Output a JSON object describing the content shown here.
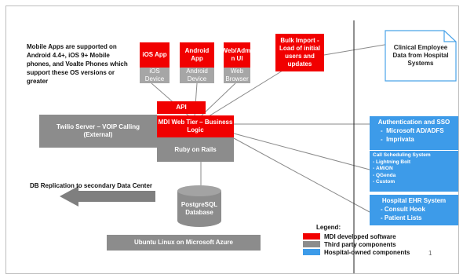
{
  "note": {
    "text": "Mobile Apps are supported on Android 4.4+, iOS 9+ Mobile phones, and VoaIte Phones which support these OS versions or greater"
  },
  "apps": {
    "ios": {
      "title": "iOS App",
      "sub": "iOS Device"
    },
    "android": {
      "title": "Android App",
      "sub": "Android Device"
    },
    "web": {
      "title": "Web/Admi n UI",
      "sub": "Web Browser"
    },
    "bulk": {
      "title": "Bulk Import - Load of initial users and updates"
    }
  },
  "clinical": {
    "text": "Clinical Employee Data from Hospital Systems"
  },
  "api": {
    "label": "API"
  },
  "web_tier": {
    "label": "MDI Web Tier – Business Logic"
  },
  "rails": {
    "label": "Ruby on Rails"
  },
  "twilio": {
    "label": "Twilio Server – VOIP Calling (External)"
  },
  "postgres": {
    "label": "PostgreSQL Database"
  },
  "db_replication": {
    "label": "DB Replication to secondary Data Center"
  },
  "ubuntu": {
    "label": "Ubuntu  Linux on Microsoft Azure"
  },
  "auth": {
    "title": "Authentication and SSO",
    "items": [
      "Microsoft AD/ADFS",
      "Imprivata"
    ]
  },
  "call": {
    "title": "Call Scheduling System",
    "items": [
      "Lightning Bolt",
      "AMiON",
      "QGenda",
      "Custom"
    ]
  },
  "ehr": {
    "title": "Hospital EHR System",
    "items": [
      "Consult Hook",
      "Patient Lists"
    ]
  },
  "legend": {
    "title": "Legend:",
    "items": [
      {
        "label": "MDI developed software",
        "color": "#f10000"
      },
      {
        "label": "Third party components",
        "color": "#8c8c8c"
      },
      {
        "label": "Hospital-owned components",
        "color": "#3d9be9"
      }
    ]
  },
  "page_number": "1",
  "colors": {
    "mdi": "#f10000",
    "third_party": "#8c8c8c",
    "hospital": "#3d9be9",
    "arrow": "#7f7f7f"
  }
}
